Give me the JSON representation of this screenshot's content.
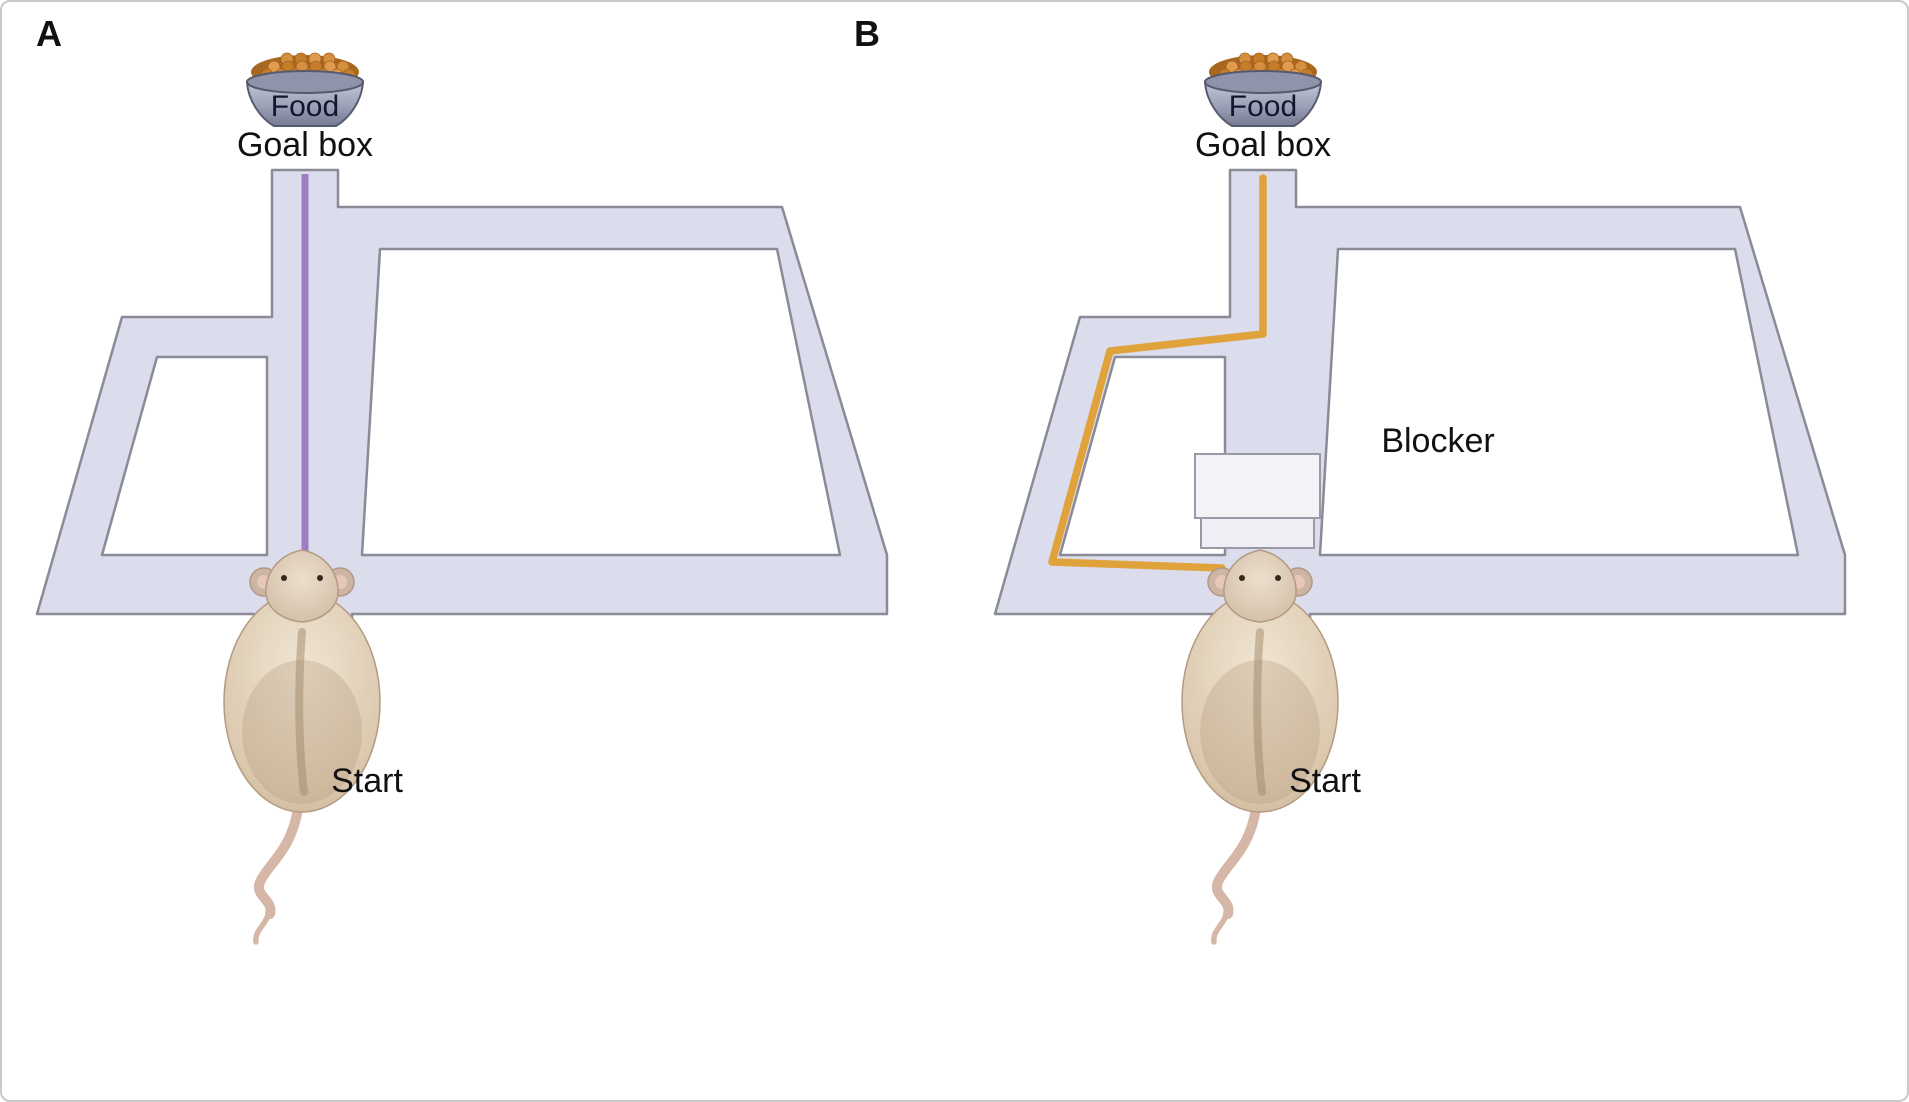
{
  "figure": {
    "colors": {
      "maze_fill": "#dbdcec",
      "maze_outline": "#8b8b97",
      "direct_route": "#9d7cc1",
      "detour_route": "#e0a23b"
    },
    "panels": [
      {
        "label": "A",
        "food_label": "Food",
        "goal_label": "Goal box",
        "start_label": "Start",
        "route": "direct",
        "route_color": "#9d7cc1"
      },
      {
        "label": "B",
        "food_label": "Food",
        "goal_label": "Goal box",
        "start_label": "Start",
        "blocker_label": "Blocker",
        "route": "detour",
        "route_color": "#e0a23b"
      }
    ]
  }
}
